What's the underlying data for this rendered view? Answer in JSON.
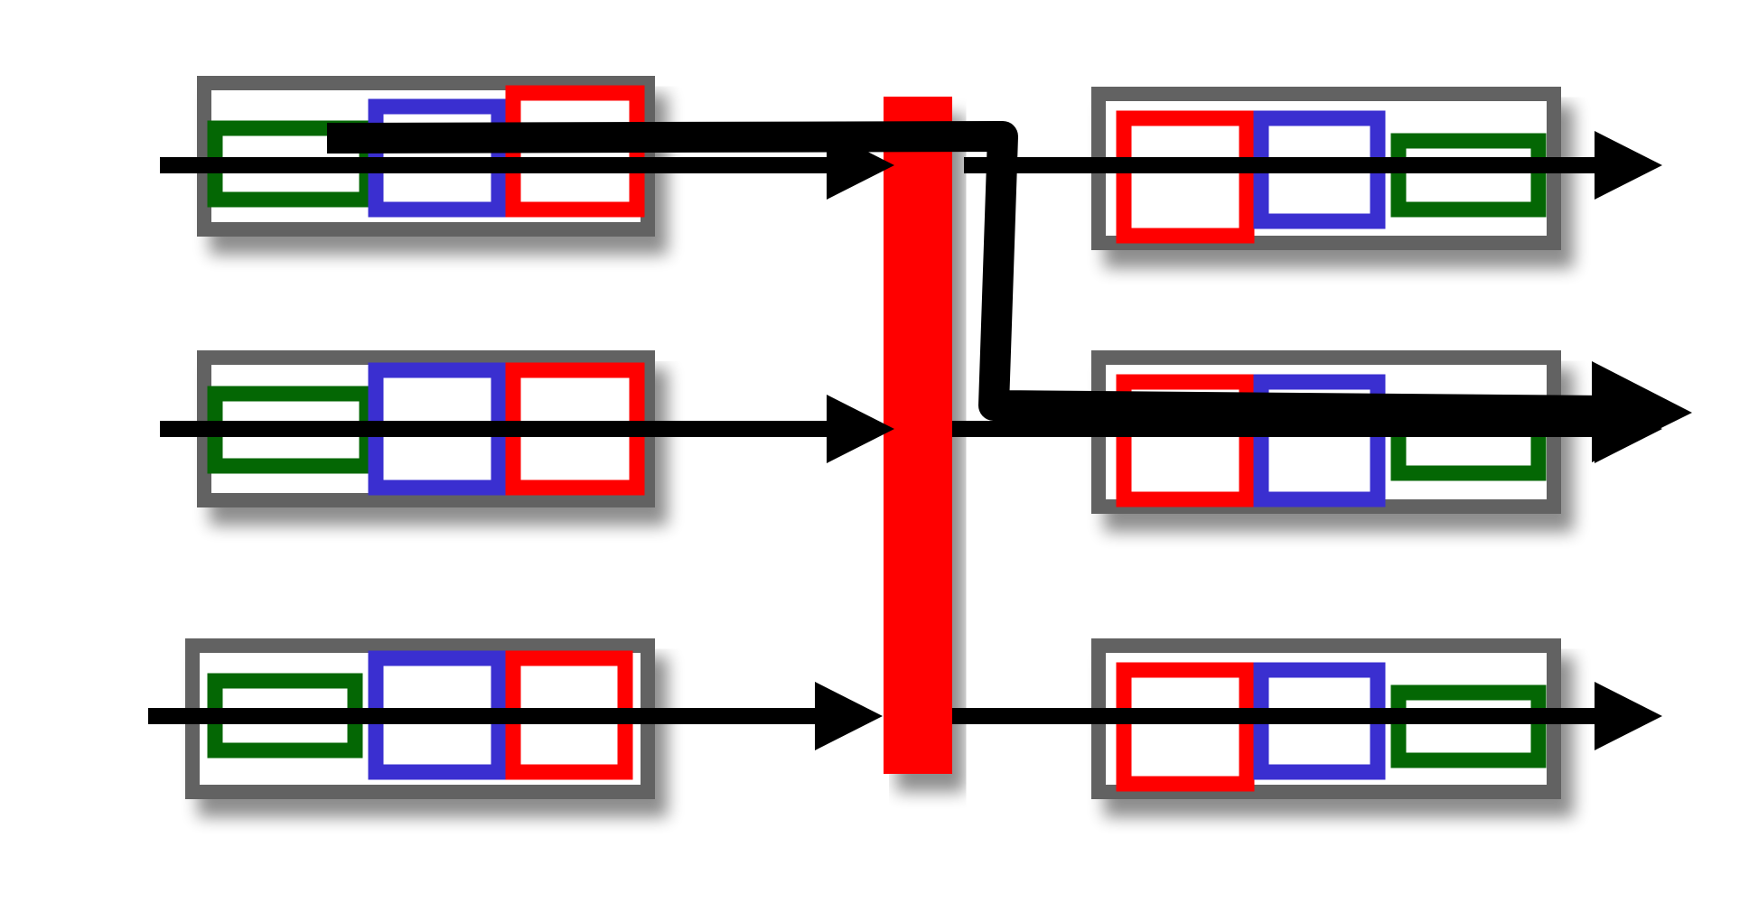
{
  "diagram": {
    "colors": {
      "background": "#ffffff",
      "container_border": "#626262",
      "container_fill": "#ffffff",
      "green_item": "#046704",
      "blue_item": "#3a2fd0",
      "red_item": "#ff0000",
      "barrier": "#ff0000",
      "arrow": "#000000",
      "shadow": "#8c8c8c"
    },
    "left_groups": [
      {
        "name": "input-row-1",
        "order": [
          "green",
          "blue",
          "red"
        ]
      },
      {
        "name": "input-row-2",
        "order": [
          "green",
          "blue",
          "red"
        ]
      },
      {
        "name": "input-row-3",
        "order": [
          "green",
          "blue",
          "red"
        ]
      }
    ],
    "right_groups": [
      {
        "name": "output-row-1",
        "order": [
          "red",
          "blue",
          "green"
        ]
      },
      {
        "name": "output-row-2",
        "order": [
          "red",
          "blue",
          "green"
        ]
      },
      {
        "name": "output-row-3",
        "order": [
          "red",
          "blue",
          "green"
        ]
      }
    ],
    "barrier": {
      "name": "red-barrier"
    },
    "bypass_path": {
      "name": "bypass-arrow",
      "from": "input-row-1",
      "to": "output-row-2"
    },
    "icons": [
      "arrow-right-icon"
    ]
  }
}
